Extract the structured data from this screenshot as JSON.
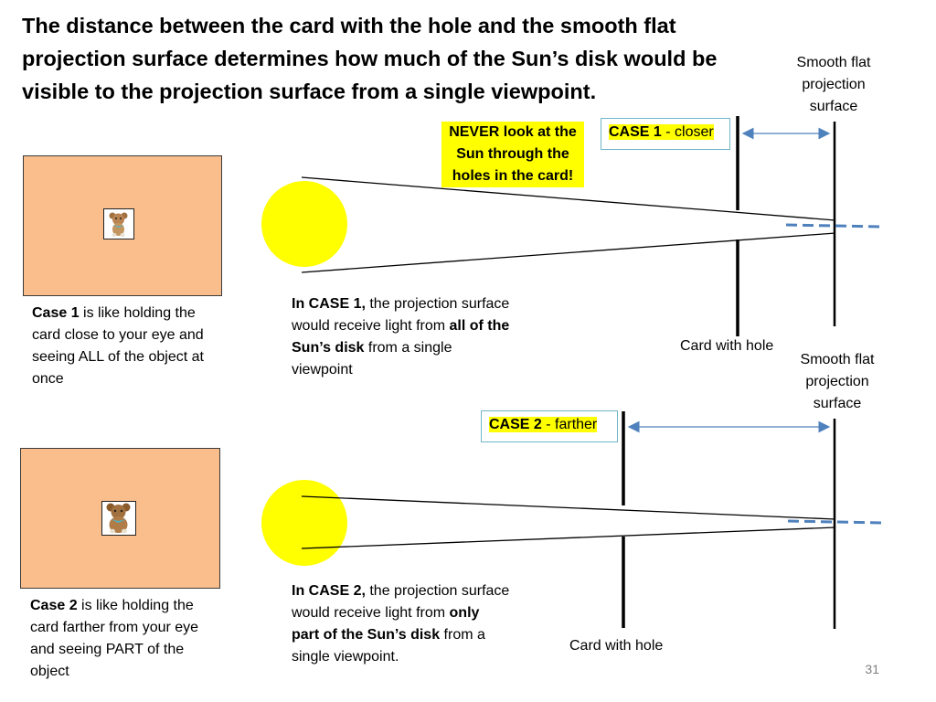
{
  "title": "The distance between the card with the hole and the smooth flat projection surface determines how much of the Sun’s disk would be visible to the projection surface from a single viewpoint.",
  "warning": "NEVER look at the Sun through the holes in the card!",
  "case1": {
    "label_bold": "CASE 1",
    "label_rest": " - closer",
    "surface_label": "Smooth flat projection surface",
    "card_label": "Card with hole",
    "desc_intro_bold": "In CASE 1,",
    "desc_mid": " the projection surface would receive light from ",
    "desc_bold": "all of the Sun’s disk",
    "desc_end": " from a single viewpoint",
    "analogy_bold": "Case 1",
    "analogy_rest": " is like holding the card close to your eye and seeing ALL of the object at once"
  },
  "case2": {
    "label_bold": "CASE 2",
    "label_rest": " - farther",
    "surface_label": "Smooth flat projection surface",
    "card_label": "Card with hole",
    "desc_intro_bold": "In CASE 2,",
    "desc_mid": " the projection surface would receive light from ",
    "desc_bold": "only part of the Sun’s disk",
    "desc_end": " from a single viewpoint.",
    "analogy_bold": "Case 2",
    "analogy_rest": " is like holding the card farther from your eye and seeing PART of the object"
  },
  "page_number": "31",
  "colors": {
    "card": "#f9be8c",
    "sun": "#ffff00",
    "dashed_projection": "#4f81bd",
    "arrow": "#4f81bd",
    "case_box_border": "#6fb6c9",
    "highlight": "#ffff00"
  },
  "icons": {
    "teddy": "teddy-bear-icon"
  }
}
